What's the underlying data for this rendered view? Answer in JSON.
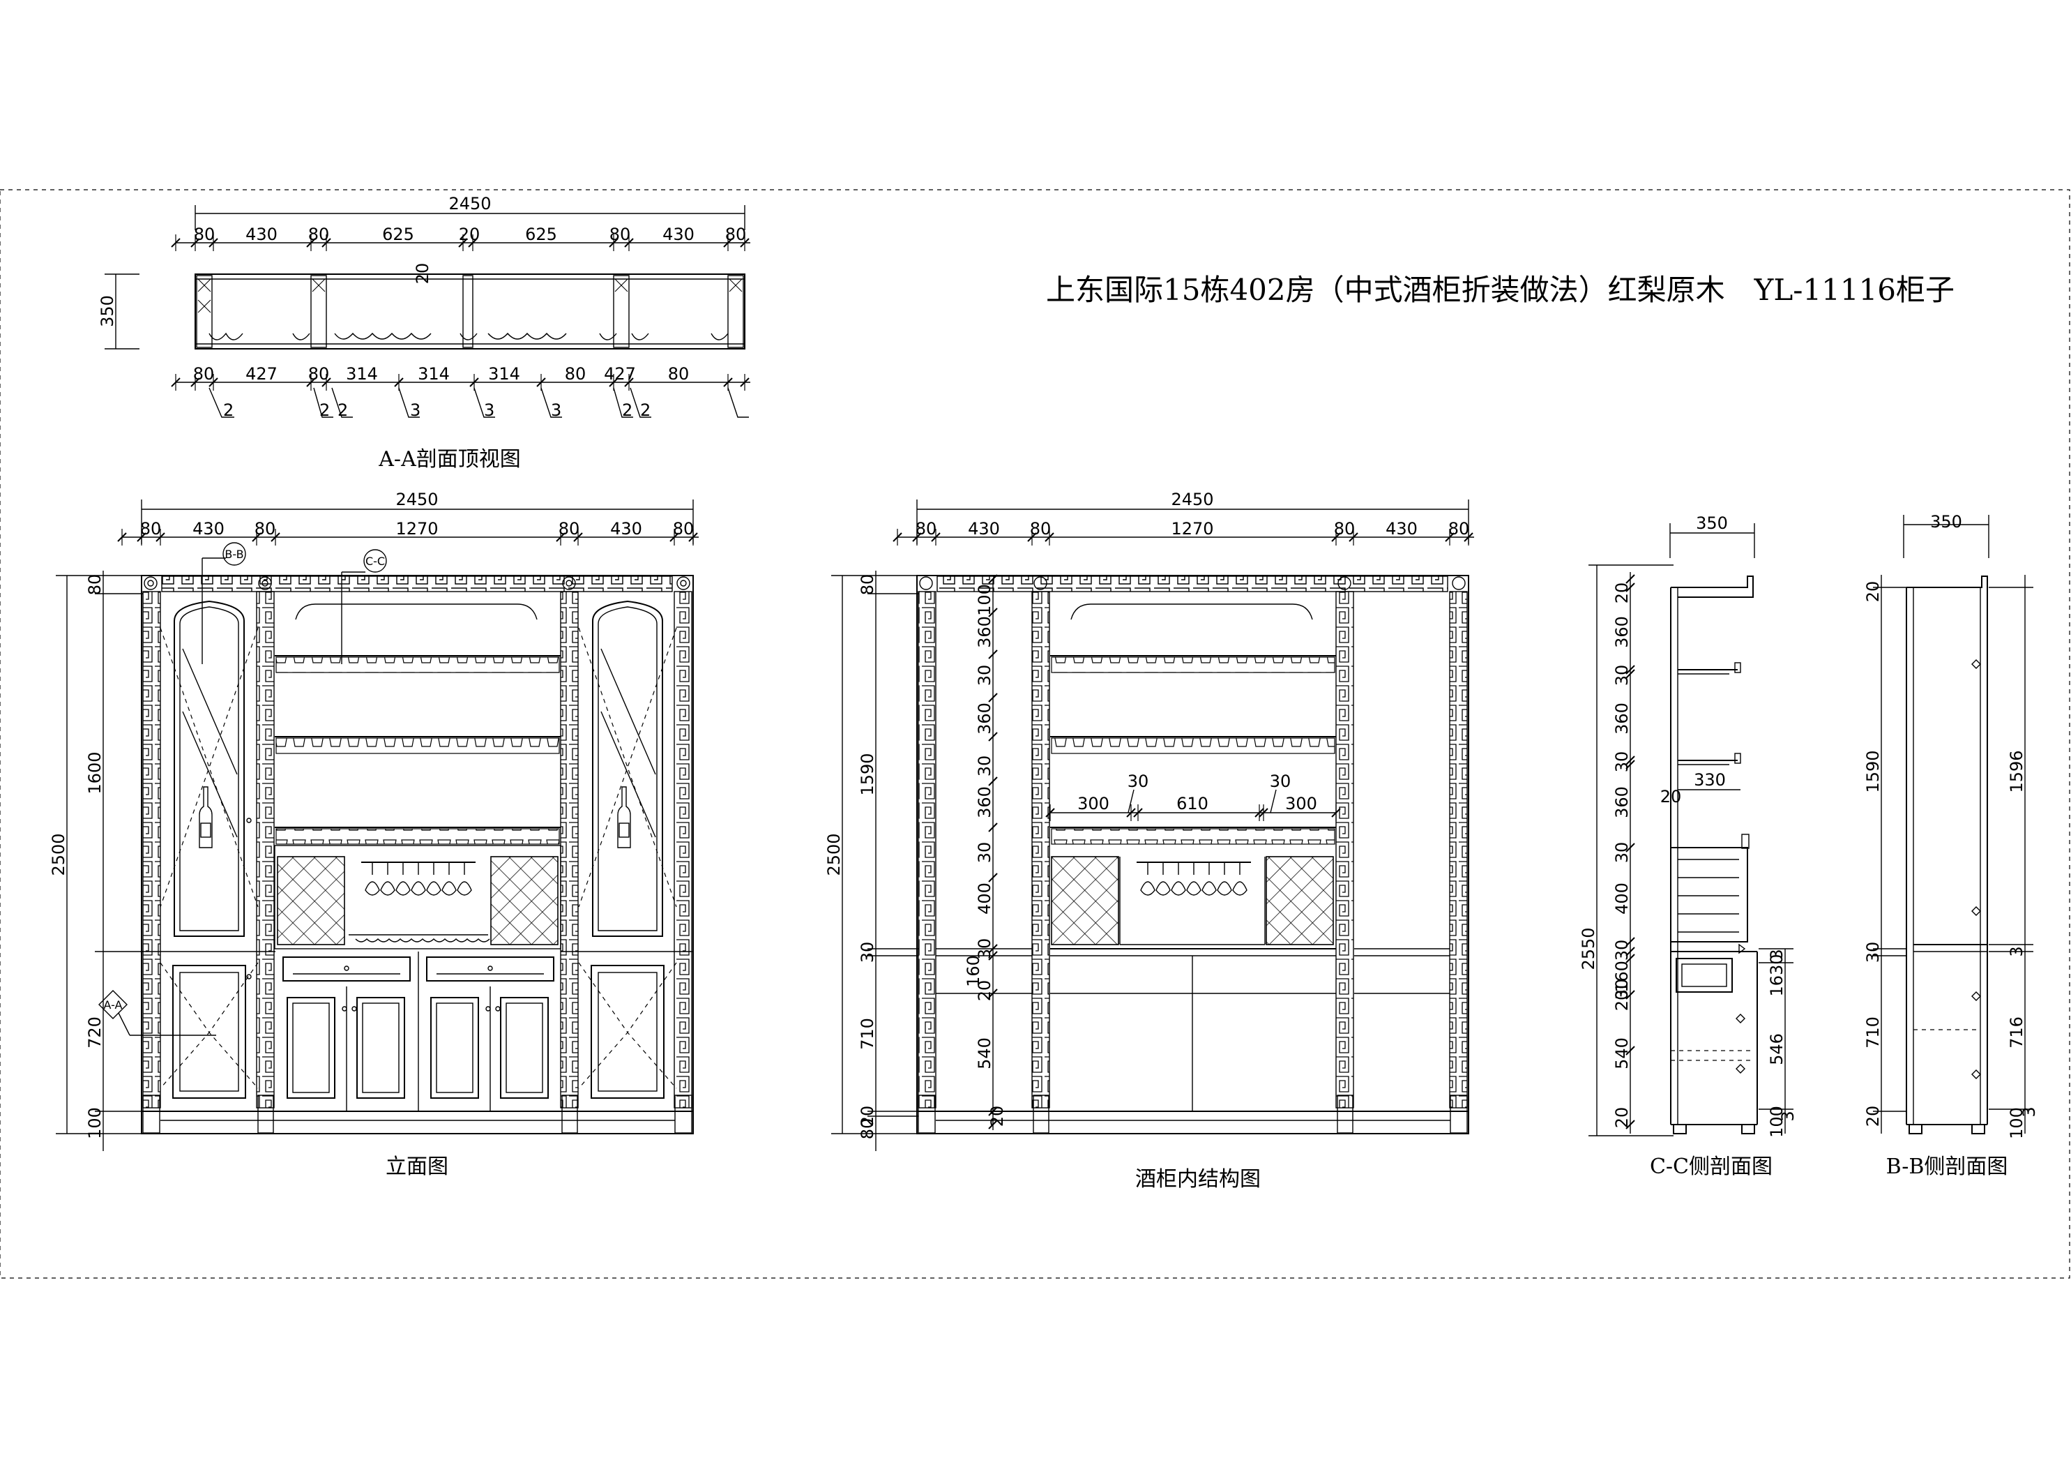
{
  "title": "上东国际15栋402房（中式酒柜折装做法）红梨原木　YL-11116柜子",
  "captions": {
    "aa": "A-A剖面顶视图",
    "elev": "立面图",
    "inner": "酒柜内结构图",
    "cc": "C-C侧剖面图",
    "bb": "B-B侧剖面图"
  },
  "markers": {
    "ba": "B-B",
    "cc": "C-C",
    "aa": "A-A"
  },
  "dims": {
    "total": "2450",
    "top_row": [
      "80",
      "430",
      "80",
      "625",
      "20",
      "625",
      "80",
      "430",
      "80"
    ],
    "bottom_row": [
      "80",
      "427",
      "80",
      "314",
      "314",
      "314",
      "80",
      "427",
      "80"
    ],
    "sub": [
      "2",
      "2",
      "2",
      "3",
      "3",
      "3",
      "2",
      "2"
    ],
    "depth": "350",
    "gap": "20",
    "elev_row": [
      "80",
      "430",
      "80",
      "1270",
      "80",
      "430",
      "80"
    ],
    "elev_v": [
      "80",
      "1600",
      "720",
      "100"
    ],
    "elev_h": "2500",
    "inner_v": [
      "80",
      "1590",
      "30",
      "710",
      "20",
      "80"
    ],
    "inner_v2": [
      "100",
      "360",
      "30",
      "360",
      "30",
      "360",
      "30",
      "400",
      "30",
      "160",
      "20",
      "540",
      "20"
    ],
    "inner_shelf": [
      "300",
      "30",
      "610",
      "30",
      "300"
    ],
    "cc_top": "350",
    "cc_h": "2550",
    "cc_v": [
      "20",
      "360",
      "30",
      "360",
      "30",
      "360",
      "30",
      "400",
      "30",
      "160",
      "30",
      "20",
      "540",
      "20"
    ],
    "cc_r": [
      "3",
      "1630",
      "546",
      "100",
      "3"
    ],
    "cc_shelf": "330",
    "cc_gap": "20",
    "bb_top": "350",
    "bb_v": [
      "20",
      "1590",
      "30",
      "710",
      "20"
    ],
    "bb_r": [
      "1596",
      "3",
      "716",
      "100",
      "3"
    ]
  }
}
